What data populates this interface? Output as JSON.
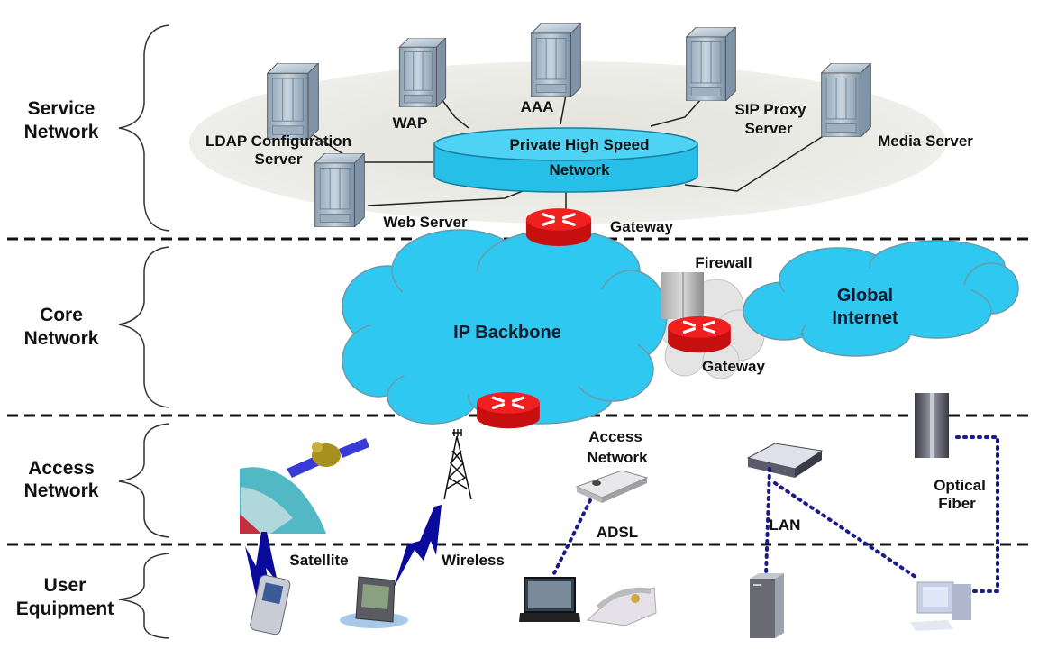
{
  "layers": [
    {
      "line1": "Service",
      "line2": "Network"
    },
    {
      "line1": "Core",
      "line2": "Network"
    },
    {
      "line1": "Access",
      "line2": "Network"
    },
    {
      "line1": "User",
      "line2": "Equipment"
    }
  ],
  "service": {
    "hub_line1": "Private High Speed",
    "hub_line2": "Network",
    "servers": {
      "ldap_line1": "LDAP Configuration",
      "ldap_line2": "Server",
      "wap": "WAP",
      "aaa": "AAA",
      "sip_line1": "SIP Proxy",
      "sip_line2": "Server",
      "media": "Media Server",
      "web": "Web Server"
    },
    "gateway": "Gateway"
  },
  "core": {
    "backbone": "IP Backbone",
    "firewall": "Firewall",
    "internet_line1": "Global",
    "internet_line2": "Internet",
    "gateway": "Gateway"
  },
  "access": {
    "access_network_line1": "Access",
    "access_network_line2": "Network",
    "adsl": "ADSL",
    "lan": "LAN",
    "optical_line1": "Optical",
    "optical_line2": "Fiber"
  },
  "user": {
    "satellite": "Satellite",
    "wireless": "Wireless"
  },
  "colors": {
    "cloud": "#2ec8f0",
    "router": "#e01515",
    "link_dotted": "#1a1a8c",
    "lightning": "#0a0a9c"
  }
}
